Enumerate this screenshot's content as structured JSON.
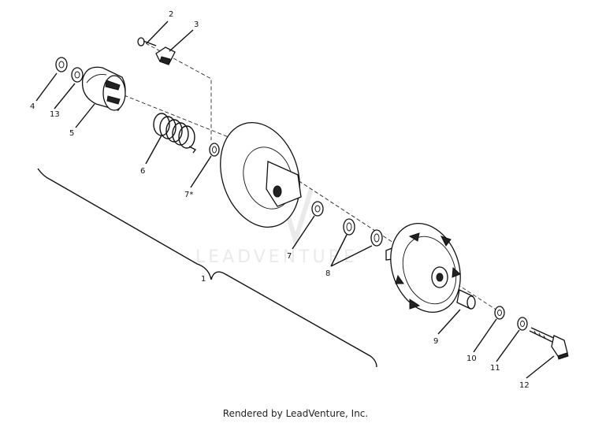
{
  "watermark": "LEADVENTURE",
  "footer": "Rendered by LeadVenture, Inc.",
  "callouts": {
    "c1": "1",
    "c2": "2",
    "c3": "3",
    "c4": "4",
    "c5": "5",
    "c6": "6",
    "c7a": "7*",
    "c7b": "7",
    "c8": "8",
    "c9": "9",
    "c10": "10",
    "c11": "11",
    "c12": "12",
    "c13": "13"
  }
}
